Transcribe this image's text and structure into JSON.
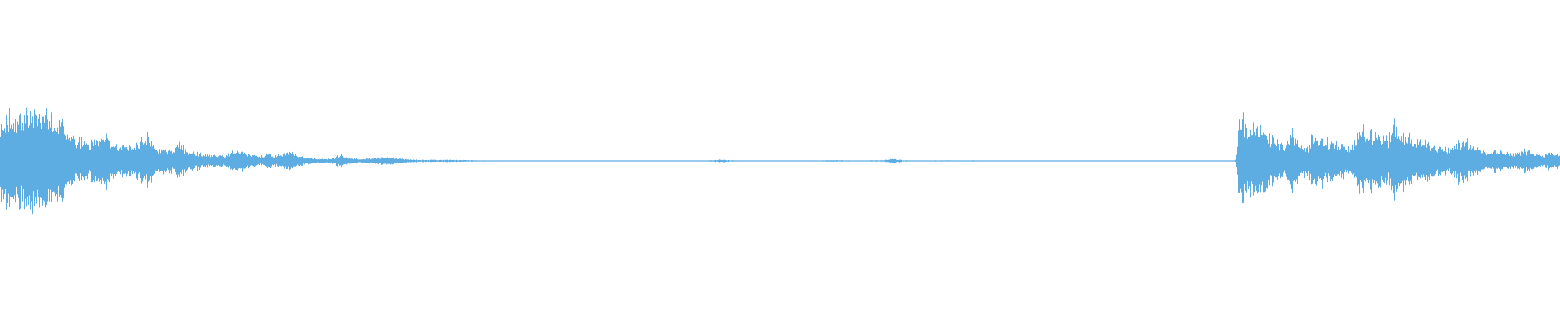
{
  "waveform": {
    "color": "#5dade2",
    "background": "#ffffff",
    "amplitude_profile": [
      [
        0.0,
        0.42
      ],
      [
        0.003,
        0.48
      ],
      [
        0.006,
        0.54
      ],
      [
        0.009,
        0.46
      ],
      [
        0.013,
        0.5
      ],
      [
        0.018,
        0.52
      ],
      [
        0.024,
        0.55
      ],
      [
        0.03,
        0.5
      ],
      [
        0.036,
        0.46
      ],
      [
        0.042,
        0.4
      ],
      [
        0.047,
        0.26
      ],
      [
        0.052,
        0.22
      ],
      [
        0.058,
        0.2
      ],
      [
        0.063,
        0.24
      ],
      [
        0.068,
        0.3
      ],
      [
        0.072,
        0.19
      ],
      [
        0.078,
        0.17
      ],
      [
        0.084,
        0.18
      ],
      [
        0.09,
        0.22
      ],
      [
        0.095,
        0.28
      ],
      [
        0.1,
        0.16
      ],
      [
        0.106,
        0.12
      ],
      [
        0.112,
        0.14
      ],
      [
        0.115,
        0.22
      ],
      [
        0.118,
        0.13
      ],
      [
        0.124,
        0.1
      ],
      [
        0.13,
        0.08
      ],
      [
        0.136,
        0.07
      ],
      [
        0.142,
        0.06
      ],
      [
        0.148,
        0.09
      ],
      [
        0.154,
        0.12
      ],
      [
        0.16,
        0.07
      ],
      [
        0.166,
        0.05
      ],
      [
        0.172,
        0.08
      ],
      [
        0.178,
        0.06
      ],
      [
        0.186,
        0.11
      ],
      [
        0.19,
        0.06
      ],
      [
        0.198,
        0.03
      ],
      [
        0.206,
        0.02
      ],
      [
        0.214,
        0.03
      ],
      [
        0.218,
        0.07
      ],
      [
        0.224,
        0.03
      ],
      [
        0.232,
        0.02
      ],
      [
        0.238,
        0.03
      ],
      [
        0.246,
        0.04
      ],
      [
        0.254,
        0.03
      ],
      [
        0.262,
        0.015
      ],
      [
        0.27,
        0.012
      ],
      [
        0.28,
        0.01
      ],
      [
        0.29,
        0.012
      ],
      [
        0.3,
        0.008
      ],
      [
        0.31,
        0.006
      ],
      [
        0.32,
        0.002
      ],
      [
        0.33,
        0.004
      ],
      [
        0.34,
        0.002
      ],
      [
        0.35,
        0.004
      ],
      [
        0.36,
        0.001
      ],
      [
        0.37,
        0.004
      ],
      [
        0.38,
        0.002
      ],
      [
        0.39,
        0.004
      ],
      [
        0.4,
        0.003
      ],
      [
        0.41,
        0.001
      ],
      [
        0.42,
        0.003
      ],
      [
        0.43,
        0.002
      ],
      [
        0.44,
        0.004
      ],
      [
        0.452,
        0.003
      ],
      [
        0.462,
        0.015
      ],
      [
        0.468,
        0.008
      ],
      [
        0.476,
        0.004
      ],
      [
        0.488,
        0.002
      ],
      [
        0.496,
        0.003
      ],
      [
        0.506,
        0.006
      ],
      [
        0.516,
        0.004
      ],
      [
        0.526,
        0.005
      ],
      [
        0.536,
        0.008
      ],
      [
        0.544,
        0.006
      ],
      [
        0.552,
        0.004
      ],
      [
        0.56,
        0.008
      ],
      [
        0.566,
        0.006
      ],
      [
        0.572,
        0.025
      ],
      [
        0.578,
        0.01
      ],
      [
        0.586,
        0.003
      ],
      [
        0.596,
        0.005
      ],
      [
        0.606,
        0.006
      ],
      [
        0.616,
        0.004
      ],
      [
        0.626,
        0.006
      ],
      [
        0.636,
        0.004
      ],
      [
        0.646,
        0.005
      ],
      [
        0.656,
        0.005
      ],
      [
        0.666,
        0.004
      ],
      [
        0.676,
        0.003
      ],
      [
        0.69,
        0.002
      ],
      [
        0.705,
        0.002
      ],
      [
        0.72,
        0.002
      ],
      [
        0.735,
        0.002
      ],
      [
        0.75,
        0.002
      ],
      [
        0.765,
        0.001
      ],
      [
        0.78,
        0.001
      ],
      [
        0.792,
        0.001
      ],
      [
        0.795,
        0.52
      ],
      [
        0.8,
        0.42
      ],
      [
        0.806,
        0.38
      ],
      [
        0.812,
        0.3
      ],
      [
        0.818,
        0.24
      ],
      [
        0.824,
        0.16
      ],
      [
        0.828,
        0.32
      ],
      [
        0.834,
        0.2
      ],
      [
        0.838,
        0.14
      ],
      [
        0.842,
        0.3
      ],
      [
        0.848,
        0.26
      ],
      [
        0.854,
        0.22
      ],
      [
        0.86,
        0.18
      ],
      [
        0.866,
        0.13
      ],
      [
        0.872,
        0.38
      ],
      [
        0.878,
        0.32
      ],
      [
        0.884,
        0.28
      ],
      [
        0.89,
        0.24
      ],
      [
        0.894,
        0.42
      ],
      [
        0.9,
        0.32
      ],
      [
        0.906,
        0.26
      ],
      [
        0.912,
        0.22
      ],
      [
        0.918,
        0.18
      ],
      [
        0.924,
        0.15
      ],
      [
        0.93,
        0.13
      ],
      [
        0.936,
        0.24
      ],
      [
        0.942,
        0.2
      ],
      [
        0.948,
        0.14
      ],
      [
        0.954,
        0.11
      ],
      [
        0.96,
        0.13
      ],
      [
        0.966,
        0.1
      ],
      [
        0.972,
        0.09
      ],
      [
        0.978,
        0.12
      ],
      [
        0.984,
        0.08
      ],
      [
        0.99,
        0.07
      ],
      [
        0.994,
        0.11
      ],
      [
        1.0,
        0.07
      ]
    ]
  }
}
